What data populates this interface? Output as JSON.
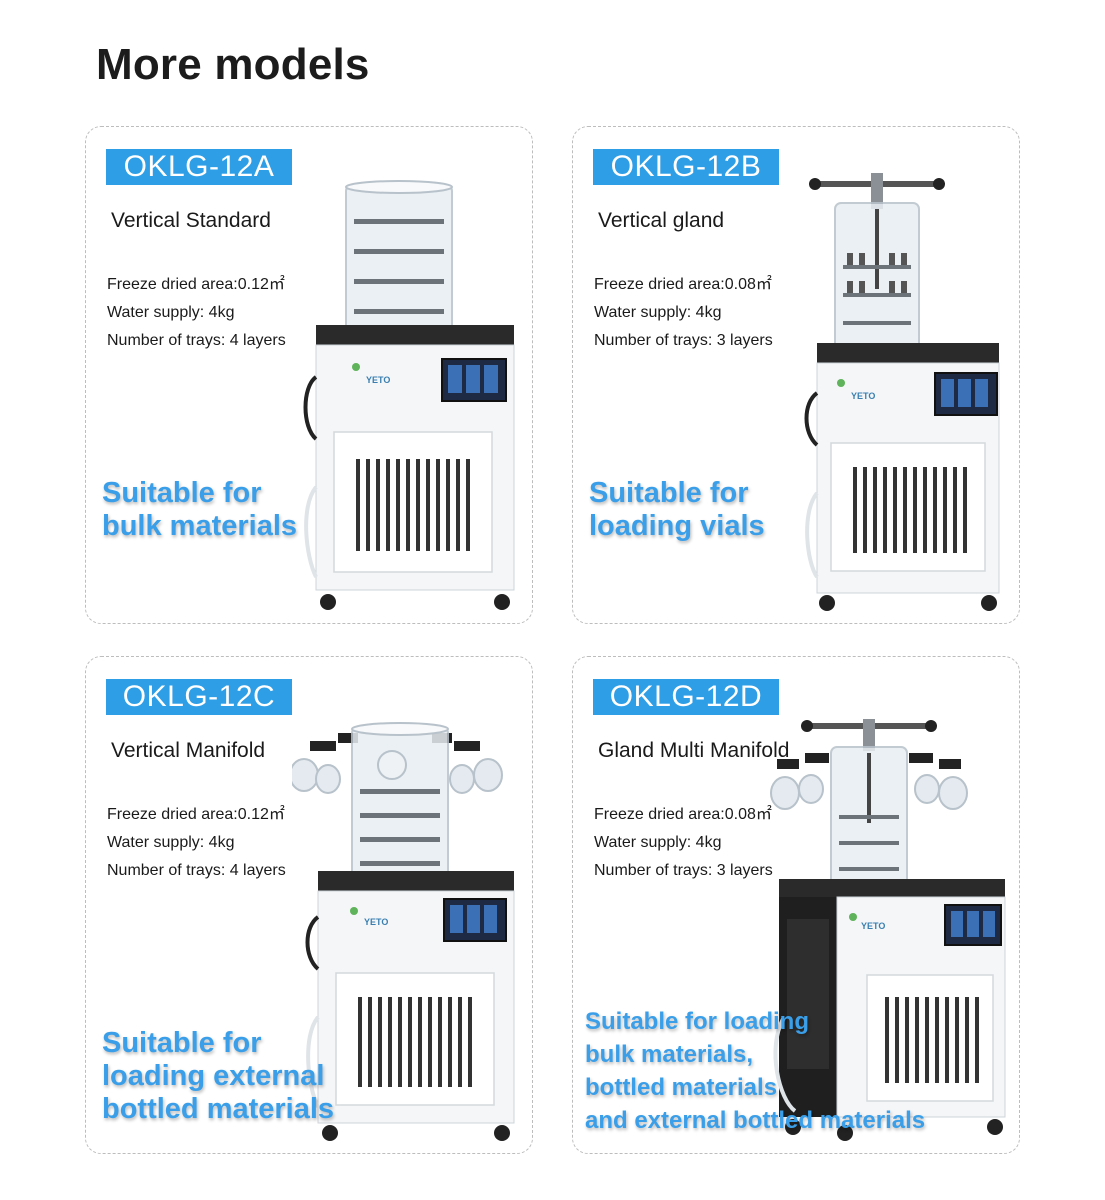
{
  "page": {
    "title": "More models"
  },
  "models": [
    {
      "code": "OKLG-12A",
      "type": "Vertical Standard",
      "specs": [
        "Freeze dried area:0.12㎡",
        "Water supply: 4kg",
        "Number of trays: 4 layers"
      ],
      "suitability": [
        "Suitable for",
        "bulk materials"
      ],
      "brand": "YETO"
    },
    {
      "code": "OKLG-12B",
      "type": "Vertical gland",
      "specs": [
        "Freeze dried area:0.08㎡",
        "Water supply: 4kg",
        "Number of trays: 3 layers"
      ],
      "suitability": [
        "Suitable for",
        "loading vials"
      ],
      "brand": "YETO"
    },
    {
      "code": "OKLG-12C",
      "type": "Vertical Manifold",
      "specs": [
        "Freeze dried area:0.12㎡",
        "Water supply: 4kg",
        "Number of trays: 4 layers"
      ],
      "suitability": [
        "Suitable for",
        "loading external",
        "bottled materials"
      ],
      "brand": "YETO"
    },
    {
      "code": "OKLG-12D",
      "type": "Gland Multi Manifold",
      "specs": [
        "Freeze dried area:0.08㎡",
        "Water supply: 4kg",
        "Number of trays: 3 layers"
      ],
      "suitability": [
        "Suitable for loading",
        "bulk materials,",
        "bottled materials",
        "and external bottled materials"
      ],
      "brand": "YETO"
    }
  ],
  "colors": {
    "accent": "#2e9ee6",
    "suitability_text": "#3a9fe8",
    "machine_body": "#f4f6f8",
    "machine_top": "#2a2a2a",
    "screen": "#1e2a44"
  },
  "icons": {
    "machine": "freeze-dryer-illustration"
  }
}
